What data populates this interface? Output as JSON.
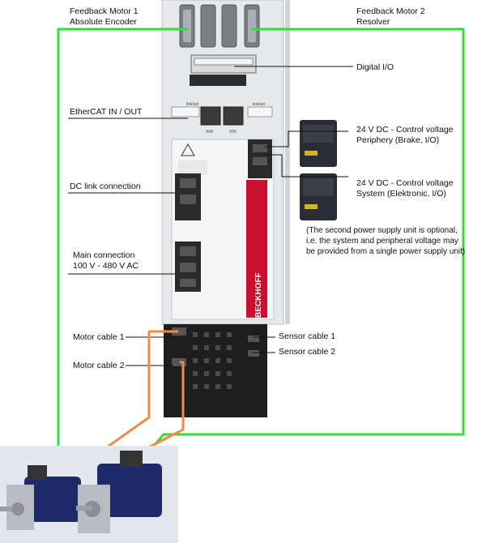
{
  "labels": {
    "feedback_motor1_l1": "Feedback Motor 1",
    "feedback_motor1_l2": "Absolute Encoder",
    "feedback_motor2_l1": "Feedback Motor 2",
    "feedback_motor2_l2": "Resolver",
    "digital_io": "Digital I/O",
    "ethercat": "EtherCAT IN / OUT",
    "dc_link": "DC link connection",
    "main_conn_l1": "Main connection",
    "main_conn_l2": "100 V - 480 V AC",
    "psu1_l1": "24 V DC - Control voltage",
    "psu1_l2": "Periphery (Brake, I/O)",
    "psu2_l1": "24 V DC - Control voltage",
    "psu2_l2": "System (Elektronic, I/O)",
    "psu_note_l1": "(The second power supply unit is optional,",
    "psu_note_l2": "i.e. the system and peripheral voltage may",
    "psu_note_l3": "be provided from a single power supply unit)",
    "motor_cable1": "Motor cable 1",
    "motor_cable2": "Motor cable 2",
    "sensor_cable1": "Sensor cable 1",
    "sensor_cable2": "Sensor cable 2"
  },
  "device": {
    "brand": "BECKHOFF",
    "port_link_left": "link/act",
    "port_link_right": "link/act",
    "port_x04": "X04",
    "port_x05": "X05"
  },
  "colors": {
    "feedback_wire": "#33dd33",
    "motor_cable": "#f08a4b",
    "device_body": "#e9ecef",
    "accent_red": "#c8102e",
    "motor_body": "#1f2a6b"
  }
}
